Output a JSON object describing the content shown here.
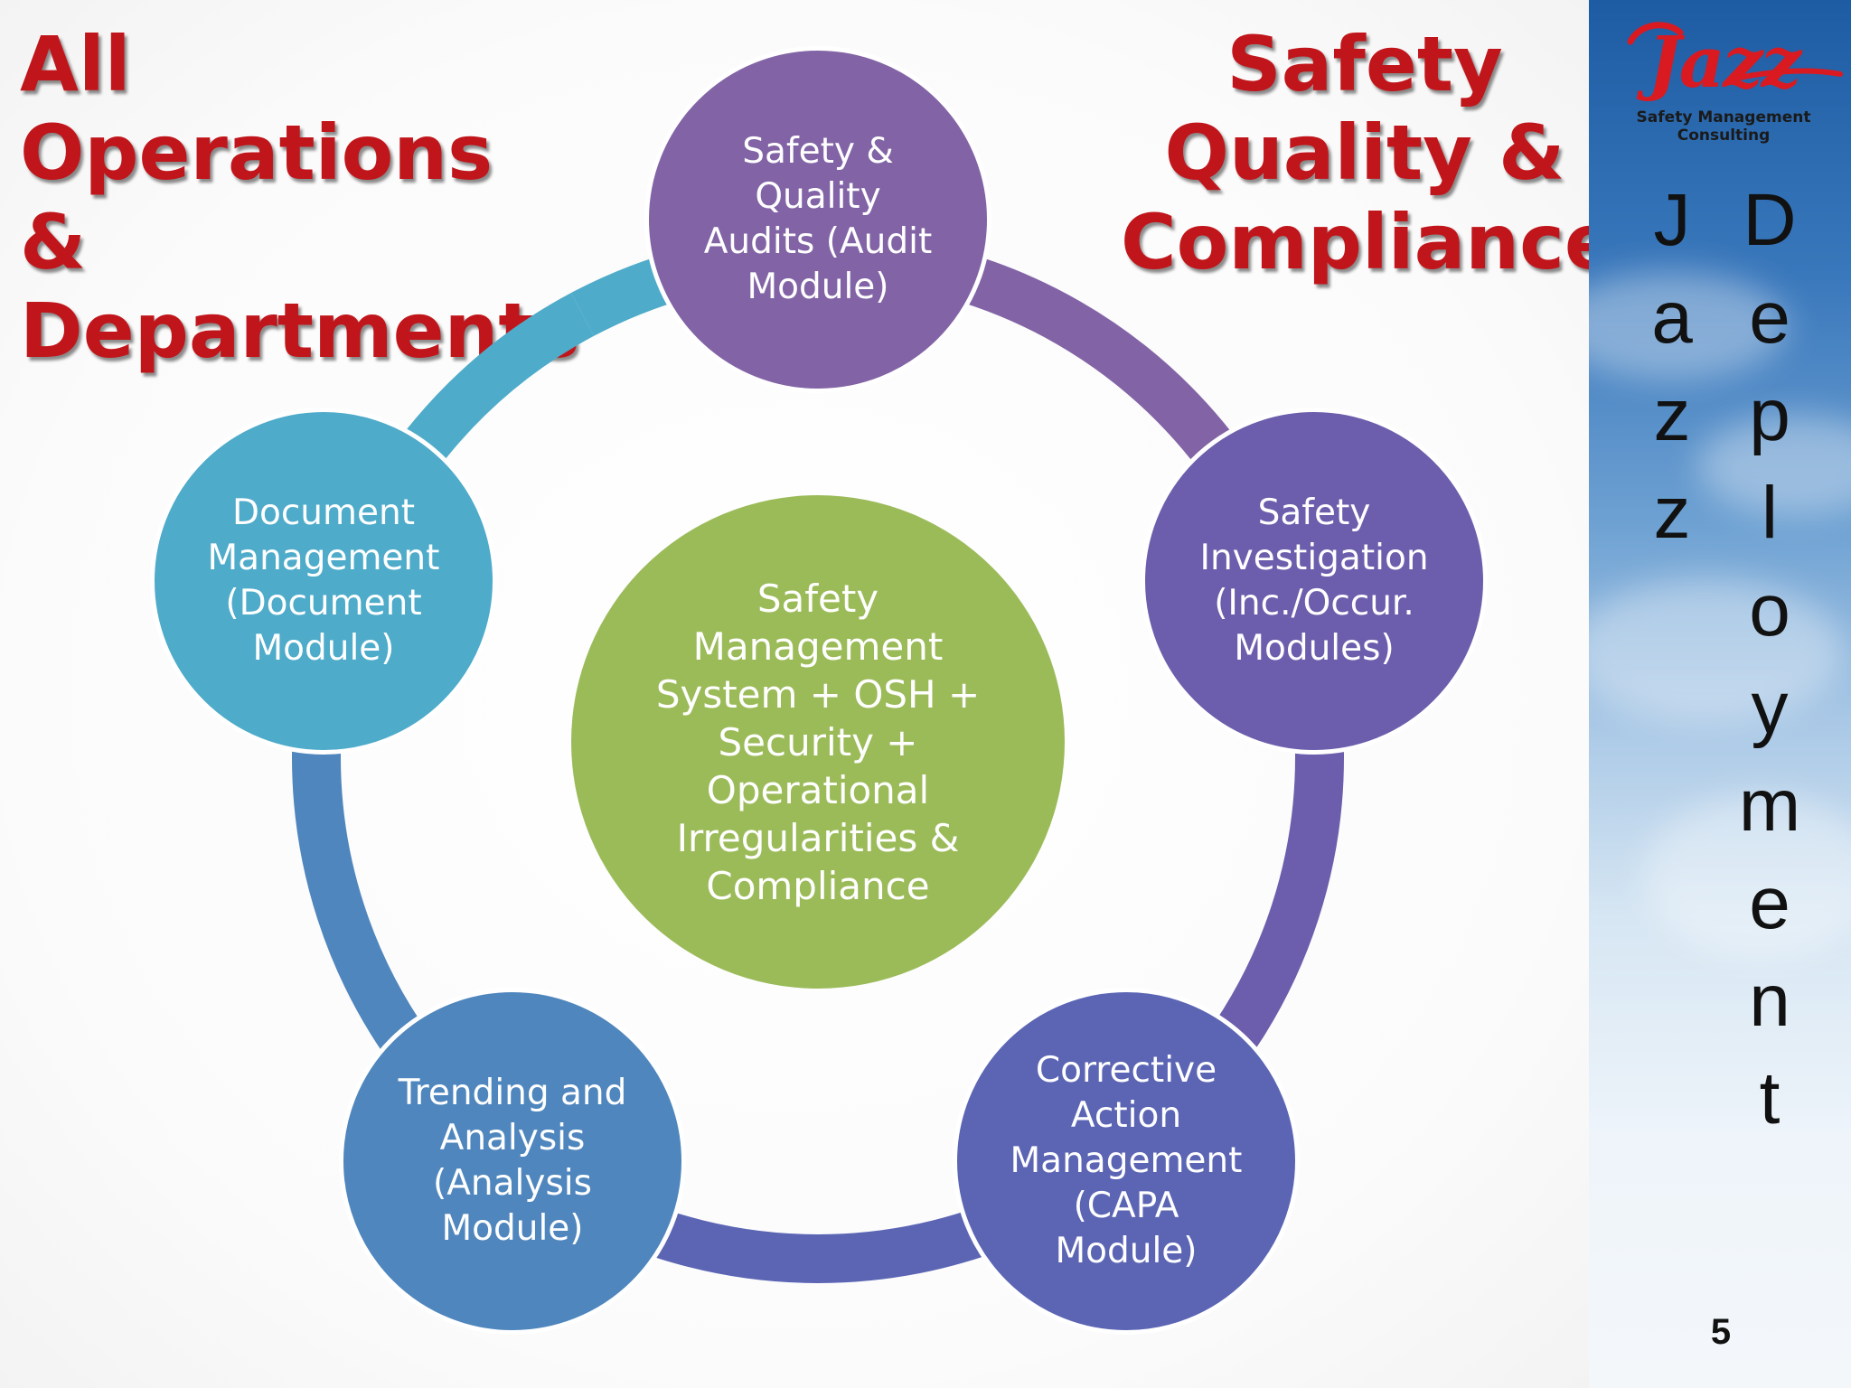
{
  "title_left": {
    "line1": "All Operations",
    "line2": "& Departments"
  },
  "title_right": {
    "line1": "Safety",
    "line2": "Quality &",
    "line3": "Compliance"
  },
  "center": {
    "text": "Safety\nManagement\nSystem + OSH +\nSecurity +\nOperational\nIrregularities &\nCompliance",
    "color": "#9bbb59"
  },
  "modules": [
    {
      "text": "Safety &\nQuality\nAudits (Audit\nModule)",
      "color": "#8264a6"
    },
    {
      "text": "Safety\nInvestigation\n(Inc./Occur.\nModules)",
      "color": "#6c5eac"
    },
    {
      "text": "Corrective\nAction\nManagement\n(CAPA\nModule)",
      "color": "#5b65b4"
    },
    {
      "text": "Trending and\nAnalysis\n(Analysis\nModule)",
      "color": "#4f86bd"
    },
    {
      "text": "Document\nManagement\n(Document\nModule)",
      "color": "#4eabca"
    }
  ],
  "sidebar": {
    "logo_word": "Jazz",
    "logo_subtitle": "Safety Management Consulting",
    "vertical_word_1": [
      "J",
      "a",
      "z",
      "z"
    ],
    "vertical_word_2": [
      "D",
      "e",
      "p",
      "l",
      "o",
      "y",
      "m",
      "e",
      "n",
      "t"
    ],
    "page_number": "5"
  },
  "colors": {
    "title_red": "#c0161b",
    "logo_red": "#d91a21",
    "sidebar_sky": "#1d5ca3"
  }
}
